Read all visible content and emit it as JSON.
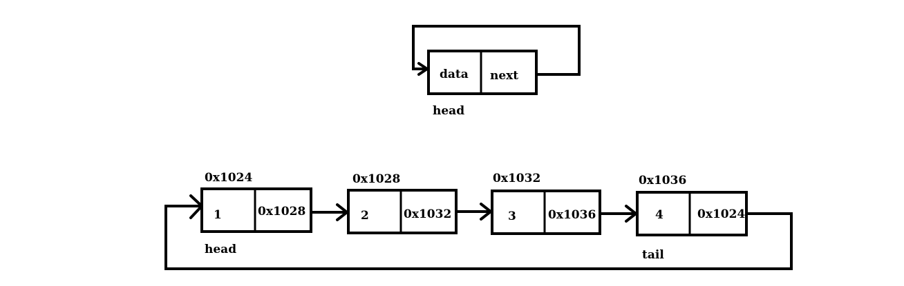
{
  "top_node": {
    "data_label": "data",
    "next_label": "next",
    "pointer_label": "head"
  },
  "nodes": [
    {
      "address": "0x1024",
      "value": "1",
      "next": "0x1028"
    },
    {
      "address": "0x1028",
      "value": "2",
      "next": "0x1032"
    },
    {
      "address": "0x1032",
      "value": "3",
      "next": "0x1036"
    },
    {
      "address": "0x1036",
      "value": "4",
      "next": "0x1024"
    }
  ],
  "head_label": "head",
  "tail_label": "tail"
}
